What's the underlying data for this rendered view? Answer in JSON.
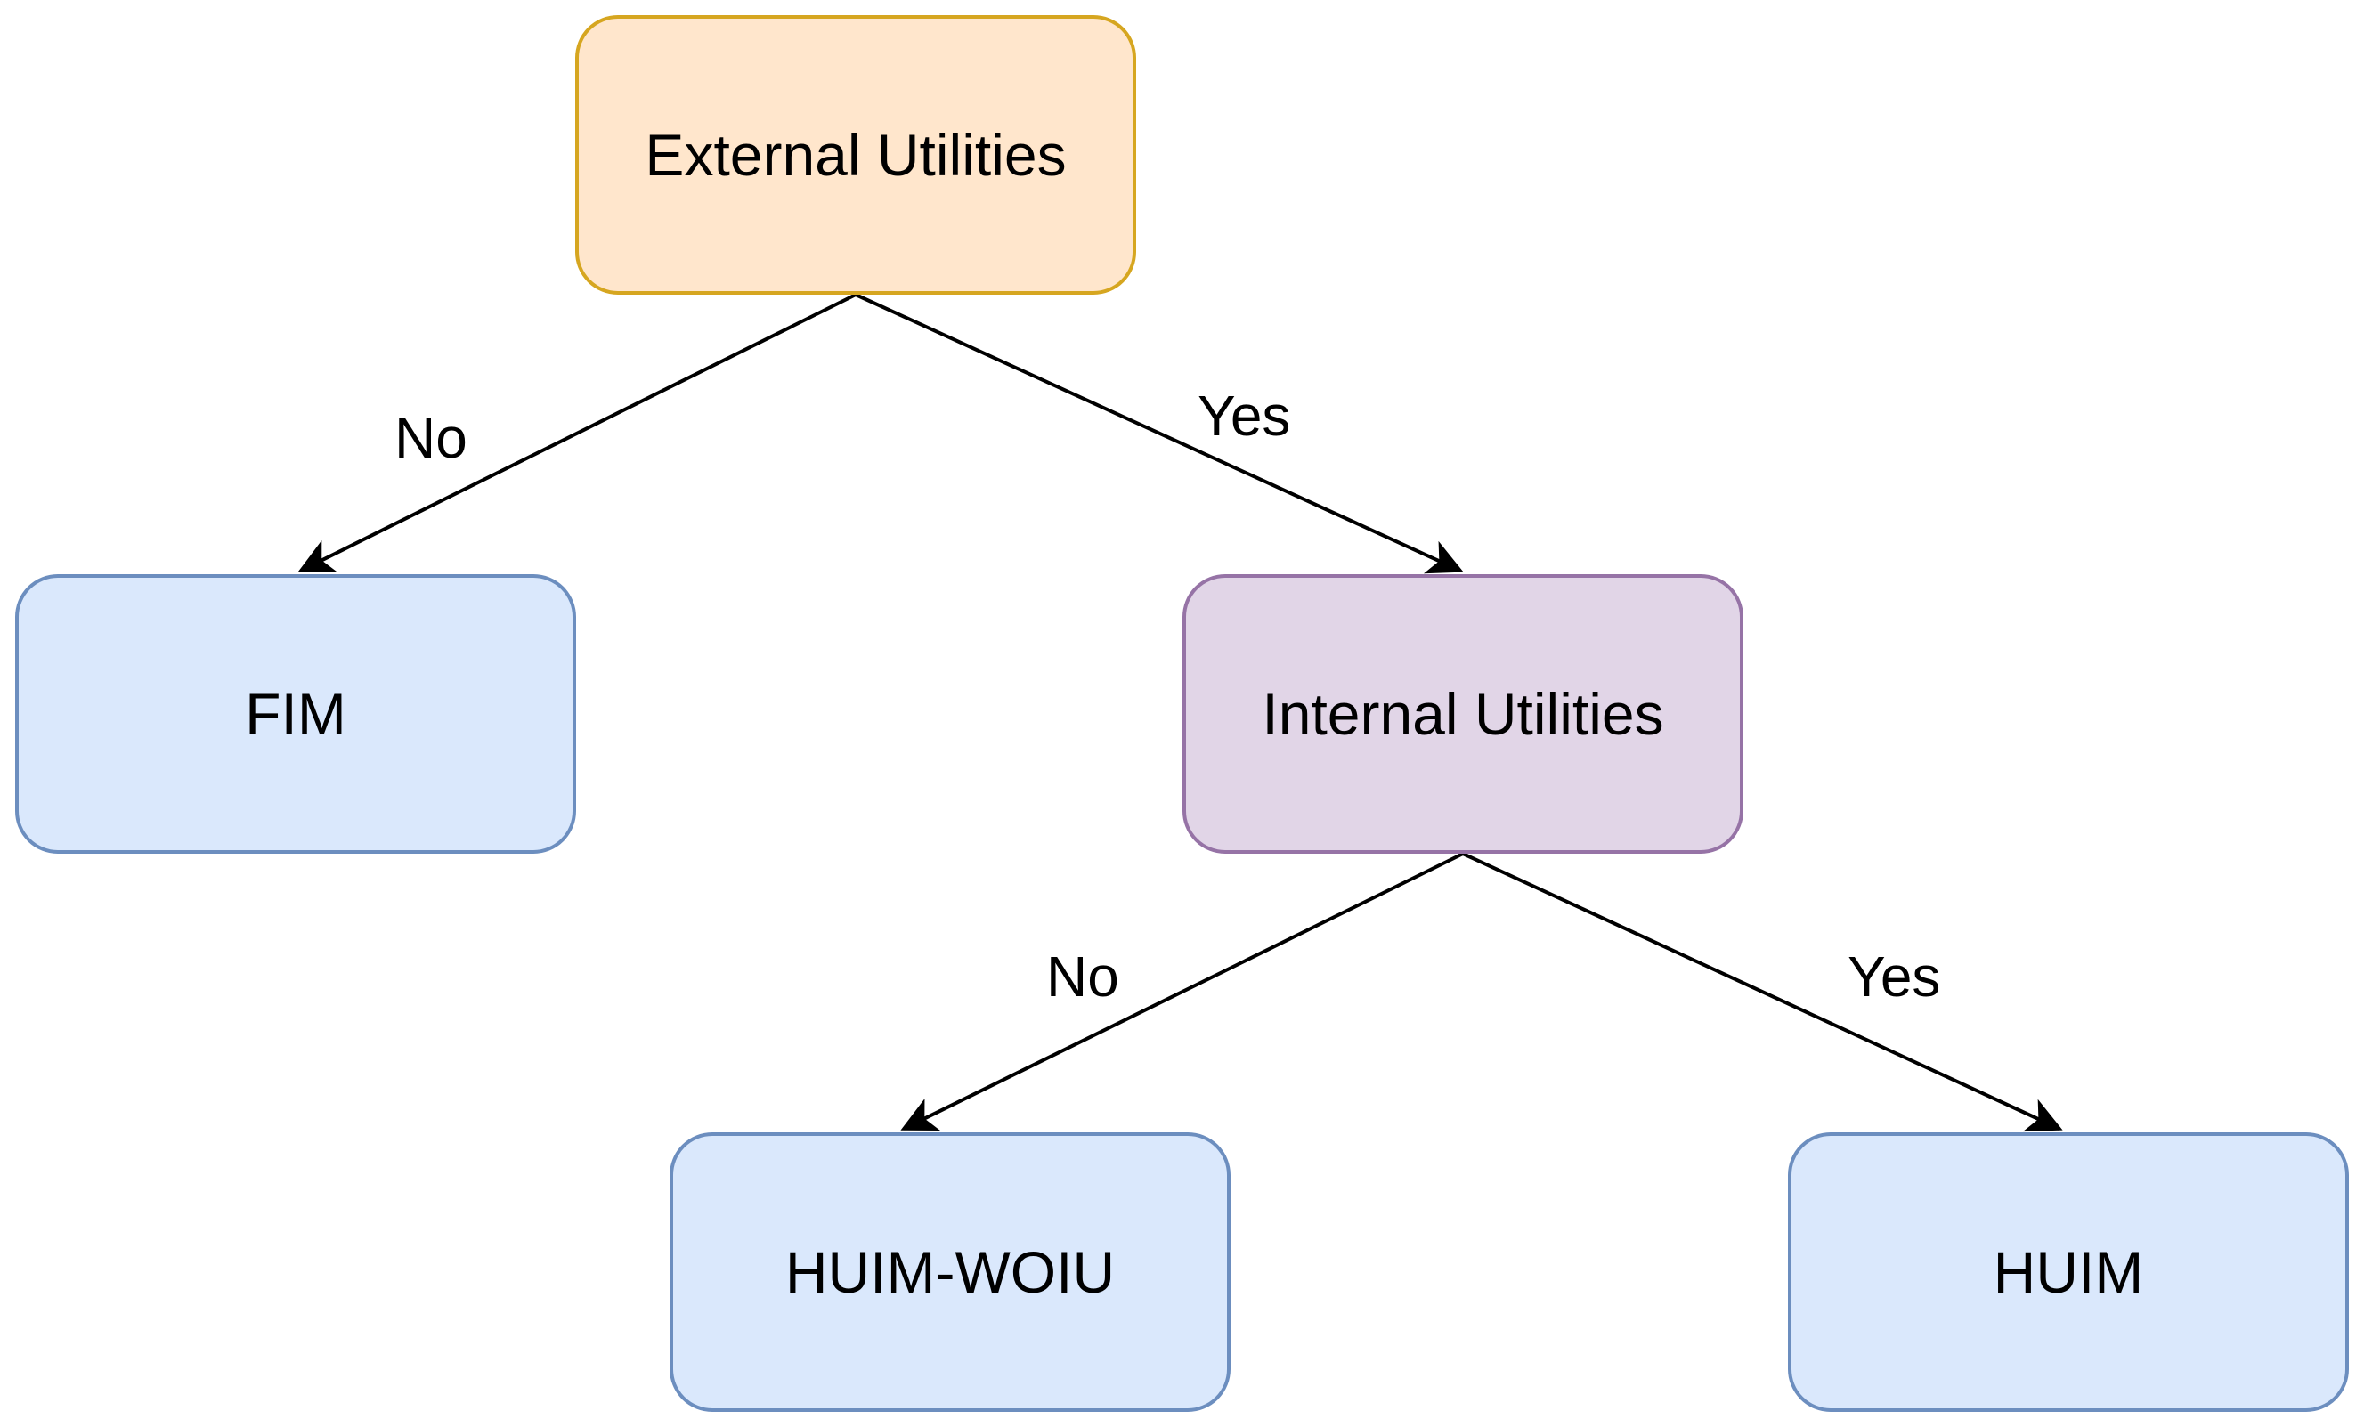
{
  "nodes": {
    "external_utilities": "External Utilities",
    "fim": "FIM",
    "internal_utilities": "Internal Utilities",
    "huim_woiu": "HUIM-WOIU",
    "huim": "HUIM"
  },
  "edges": {
    "external_no": "No",
    "external_yes": "Yes",
    "internal_no": "No",
    "internal_yes": "Yes"
  },
  "colors": {
    "external_fill": "#ffe6cc",
    "external_border": "#d6a620",
    "leaf_fill": "#dae8fc",
    "leaf_border": "#6c8ebf",
    "internal_fill": "#e1d5e7",
    "internal_border": "#9673a6",
    "arrow": "#000000"
  }
}
